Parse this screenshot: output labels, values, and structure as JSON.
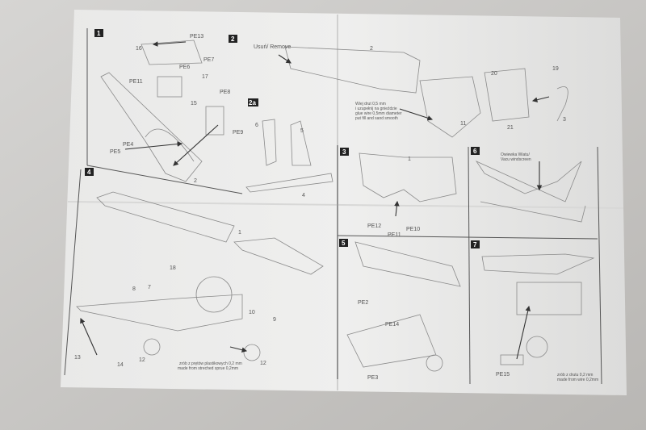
{
  "sheet": {
    "steps": [
      "1",
      "2",
      "2a",
      "3",
      "4",
      "5",
      "6",
      "7"
    ],
    "step1_parts": [
      "PE13",
      "16",
      "PE7",
      "PE6",
      "PE11",
      "17",
      "PE8",
      "15",
      "PE9",
      "PE4",
      "PE5",
      "2"
    ],
    "step2_parts": [
      "Usuń/ Remove",
      "2",
      "11",
      "20",
      "19",
      "21",
      "3"
    ],
    "step2_note": [
      "Wiej drut 0,5 mm",
      "i uzupełnij na gnieździe",
      "glue wire 0,5mm diameter",
      "put fill and sand smooth"
    ],
    "step2a_parts": [
      "6",
      "5",
      "4"
    ],
    "step3_parts": [
      "1",
      "PE12",
      "PE11",
      "PE10"
    ],
    "step4_parts": [
      "1",
      "18",
      "8",
      "7",
      "10",
      "9",
      "13",
      "14",
      "12",
      "12"
    ],
    "step4_note": [
      "zrób z prętów plastikowych 0,2 mm",
      "made from streched sprue 0,2mm"
    ],
    "step5_parts": [
      "PE2",
      "PE14",
      "PE3"
    ],
    "step6_note": [
      "Owiewka Wiatu/",
      "Vacu windscreen"
    ],
    "step7_parts": [
      "PE15"
    ],
    "step7_note": [
      "zrób z drutu 0,2 mm",
      "made from wire 0,2mm"
    ]
  }
}
